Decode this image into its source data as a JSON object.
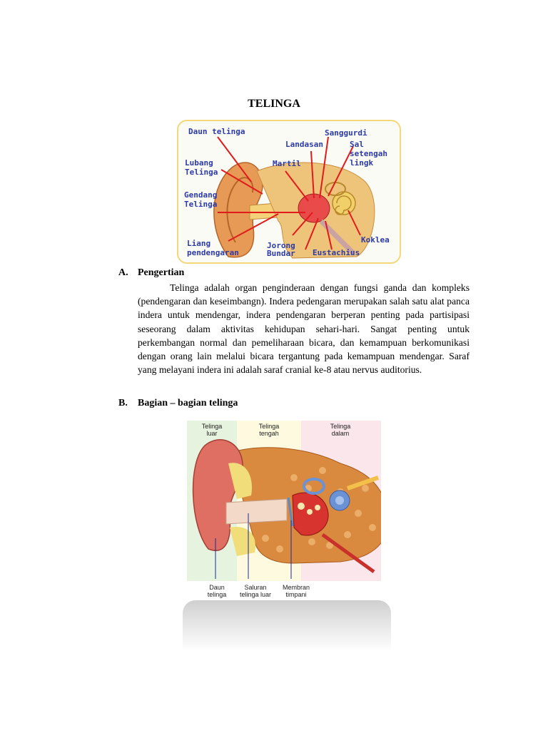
{
  "document": {
    "title": "TELINGA"
  },
  "figure1": {
    "labels": {
      "daun_telinga": "Daun telinga",
      "sanggurdi": "Sanggurdi",
      "landasan": "Landasan",
      "sal_setengah_lingk": "Sal\nsetengah\nlingk",
      "lubang_telinga": "Lubang\nTelinga",
      "martil": "Martil",
      "gendang_telinga": "Gendang\nTelinga",
      "koklea": "Koklea",
      "liang_pendengaran": "Liang\npendengaran",
      "jorong": "Jorong",
      "bundar": "Bundar",
      "eustachius": "Eustachius"
    }
  },
  "section_a": {
    "letter": "A.",
    "heading": "Pengertian",
    "paragraph": "Telinga adalah organ penginderaan dengan fungsi ganda dan kompleks (pendengaran dan keseimbangn). Indera pedengaran merupakan salah satu alat panca indera untuk mendengar, indera pendengaran berperan penting pada partisipasi seseorang dalam aktivitas kehidupan sehari-hari. Sangat penting untuk perkembangan normal dan pemeliharaan bicara, dan kemampuan berkomunikasi dengan orang lain melalui bicara tergantung pada kemampuan mendengar. Saraf yang melayani indera ini adalah saraf cranial ke-8 atau nervus auditorius."
  },
  "section_b": {
    "letter": "B.",
    "heading": "Bagian – bagian telinga"
  },
  "figure2": {
    "zones": {
      "luar": "Telinga\nluar",
      "tengah": "Telinga\ntengah",
      "dalam": "Telinga\ndalam"
    },
    "labels": {
      "daun": "Daun\ntelinga",
      "saluran": "Saluran\ntelinga luar",
      "membran": "Membran\ntimpani"
    },
    "colors": {
      "zone_luar": "#e6f3de",
      "zone_tengah": "#fdfadf",
      "zone_dalam": "#fbe6ec"
    }
  }
}
